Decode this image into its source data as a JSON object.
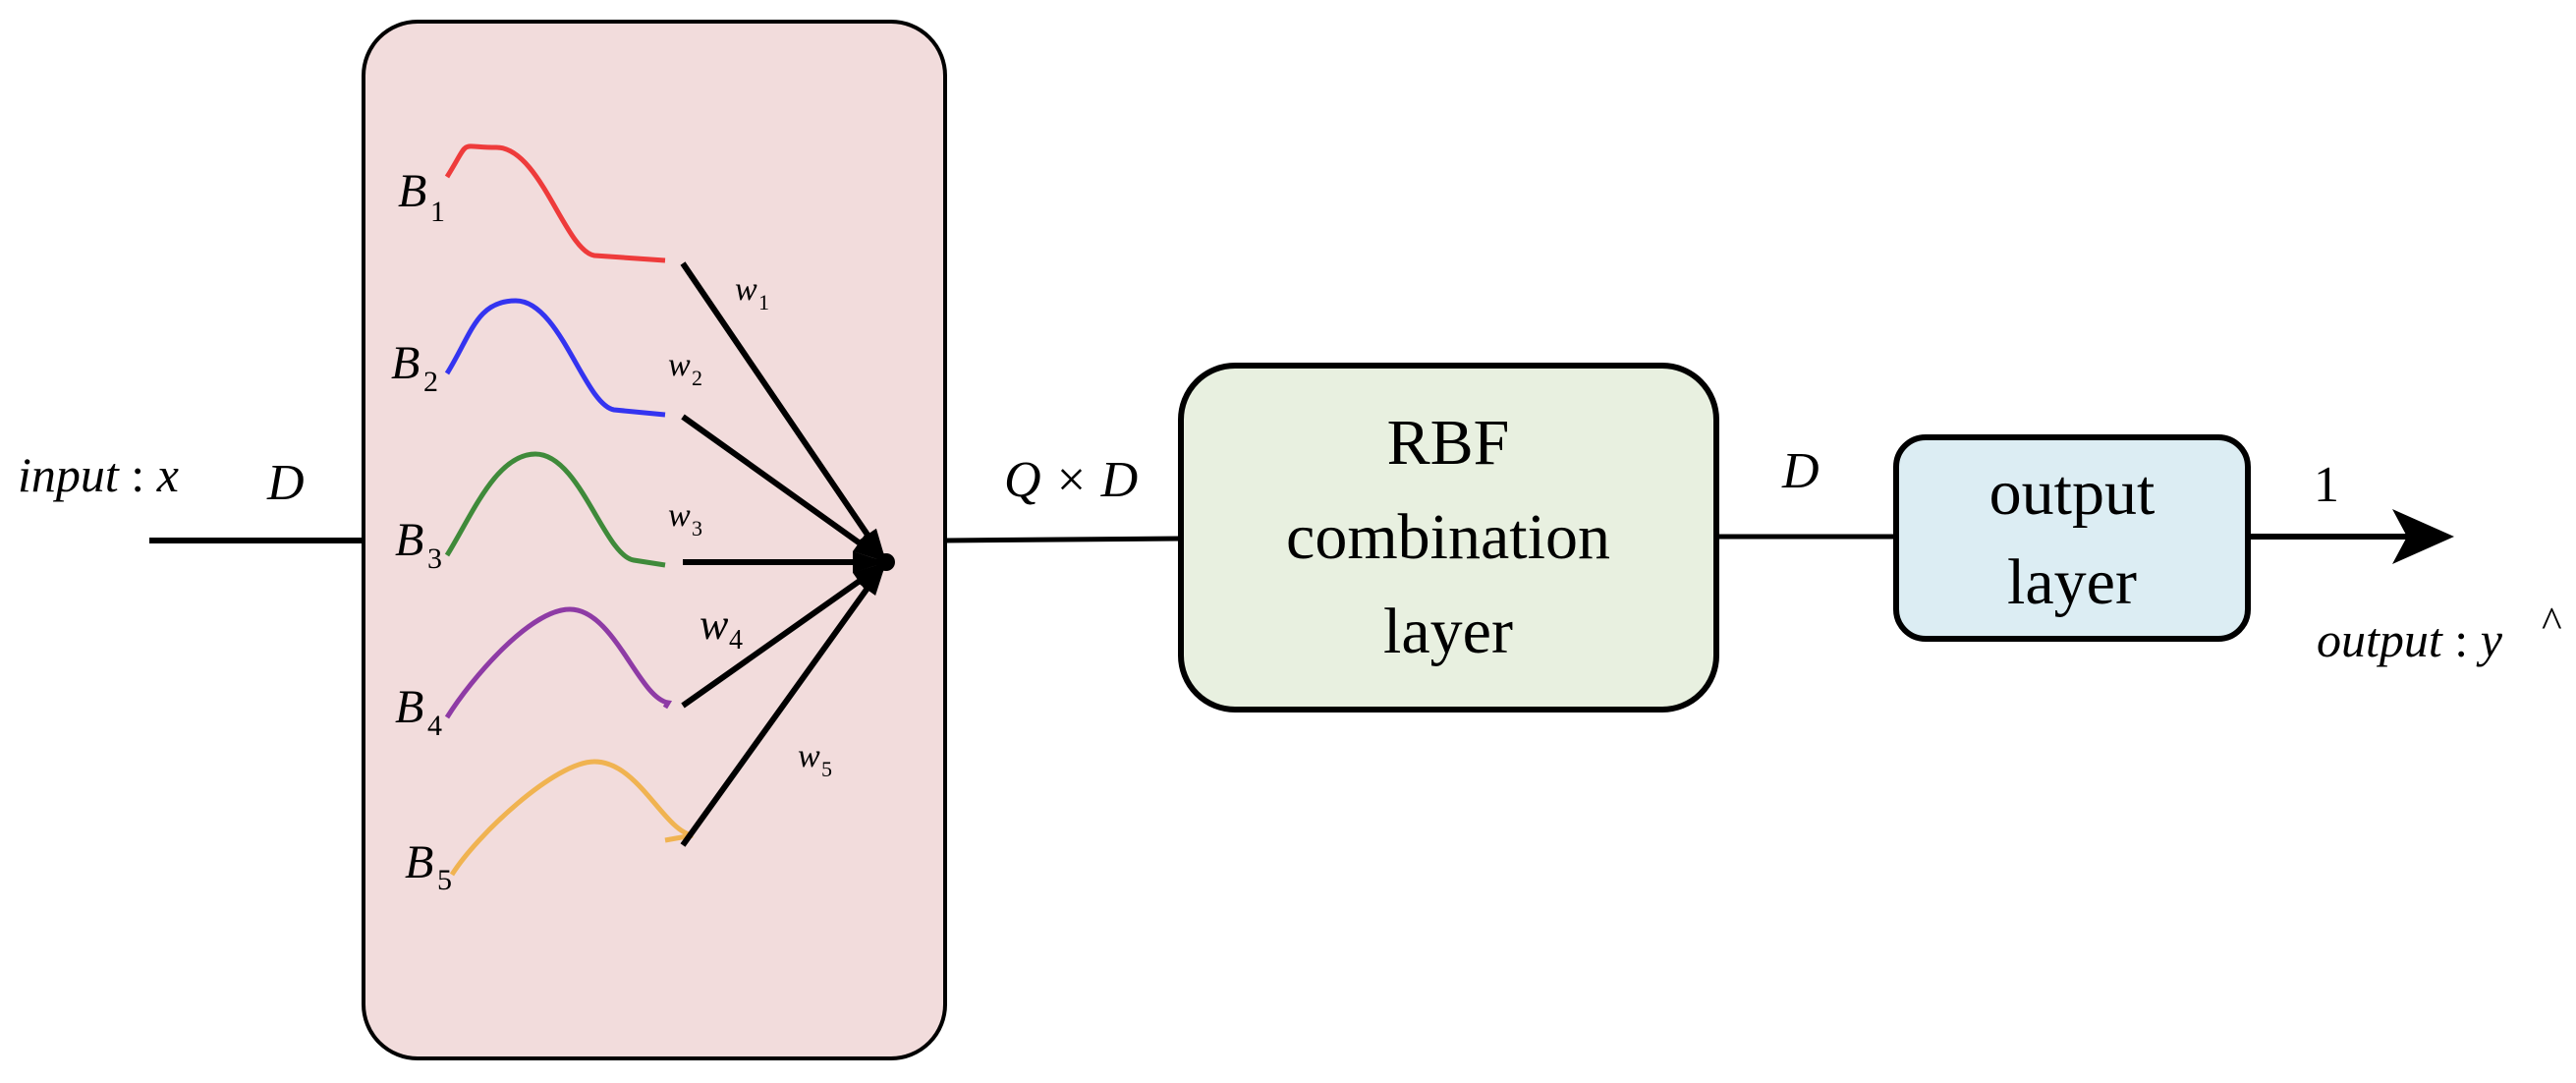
{
  "input_label": {
    "text": "input",
    "sep": " : ",
    "var": "x"
  },
  "output_label": {
    "text": "output",
    "sep": " : ",
    "var": "y",
    "hat": "^"
  },
  "dims": {
    "input": "D",
    "after_basis": "Q × D",
    "after_rbf": "D",
    "after_output": "1"
  },
  "basis_functions": [
    {
      "symbol": "B",
      "index": "1",
      "color": "#ee3b3b",
      "weight_symbol": "w",
      "weight_index": "1"
    },
    {
      "symbol": "B",
      "index": "2",
      "color": "#3434f0",
      "weight_symbol": "w",
      "weight_index": "2"
    },
    {
      "symbol": "B",
      "index": "3",
      "color": "#3f8a3a",
      "weight_symbol": "w",
      "weight_index": "3"
    },
    {
      "symbol": "B",
      "index": "4",
      "color": "#8e3ba5",
      "weight_symbol": "w",
      "weight_index": "4"
    },
    {
      "symbol": "B",
      "index": "5",
      "color": "#f0b351",
      "weight_symbol": "w",
      "weight_index": "5"
    }
  ],
  "rbf_box": {
    "lines": [
      "RBF",
      "combination",
      "layer"
    ],
    "fill": "#e8f0e0"
  },
  "output_box": {
    "lines": [
      "output",
      "layer"
    ],
    "fill": "#dcedf3"
  },
  "basis_panel": {
    "fill": "#f2dcdc"
  }
}
